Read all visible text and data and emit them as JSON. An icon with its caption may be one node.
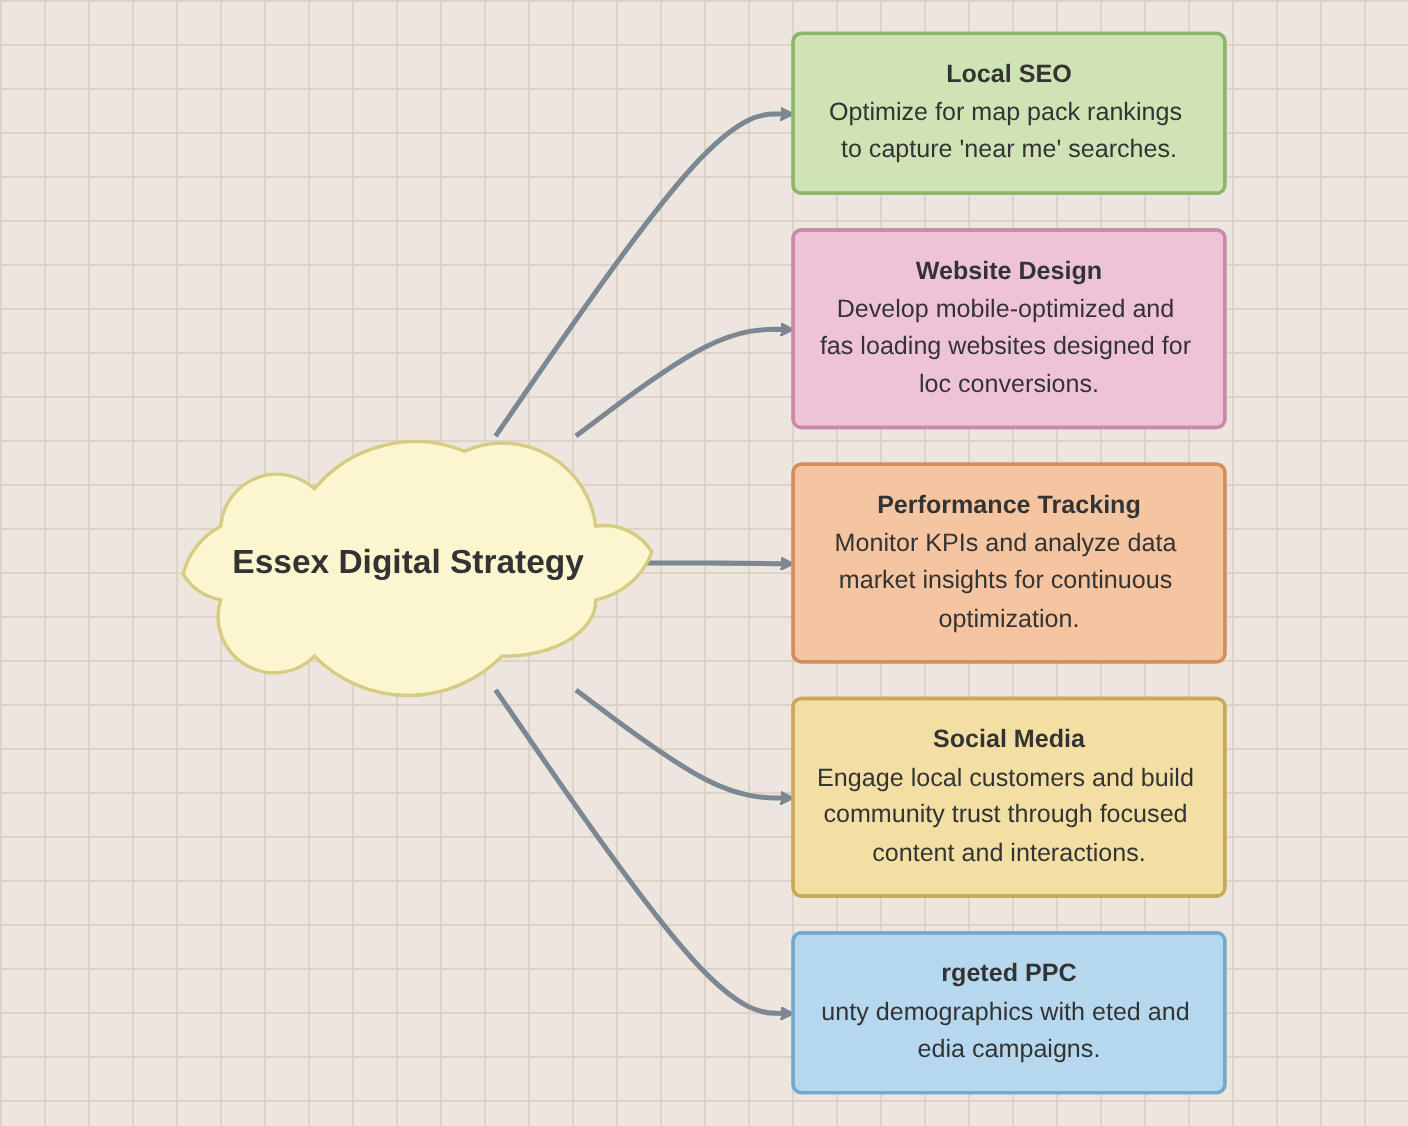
{
  "diagram": {
    "nodes": [
      {
        "text": [
          "Local SEO",
          "Optimize for map pack rankings to capture 'near me' searches."
        ]
      },
      {
        "text": [
          "Website Design",
          "Develop mobile-optimized and fas loading websites designed for loc conversions."
        ]
      },
      {
        "text": [
          "Essex Digital Strategy"
        ]
      },
      {
        "text": [
          "Performance Tracking",
          "Monitor KPIs and analyze data market insights for continuous optimization."
        ]
      },
      {
        "text": [
          "rgeted PPC",
          "unty demographics with eted and edia campaigns."
        ]
      },
      {
        "text": [
          "Social Media",
          "Engage local customers and build community trust through focused content and interactions."
        ]
      }
    ],
    "edges": [
      {
        "from": 2,
        "to": 0,
        "arrow": "to"
      },
      {
        "from": 2,
        "to": 1,
        "arrow": "to"
      },
      {
        "from": 2,
        "to": 3,
        "arrow": "to"
      },
      {
        "from": 2,
        "to": 5,
        "arrow": "to"
      },
      {
        "from": 2,
        "to": 4,
        "arrow": "to"
      }
    ]
  }
}
